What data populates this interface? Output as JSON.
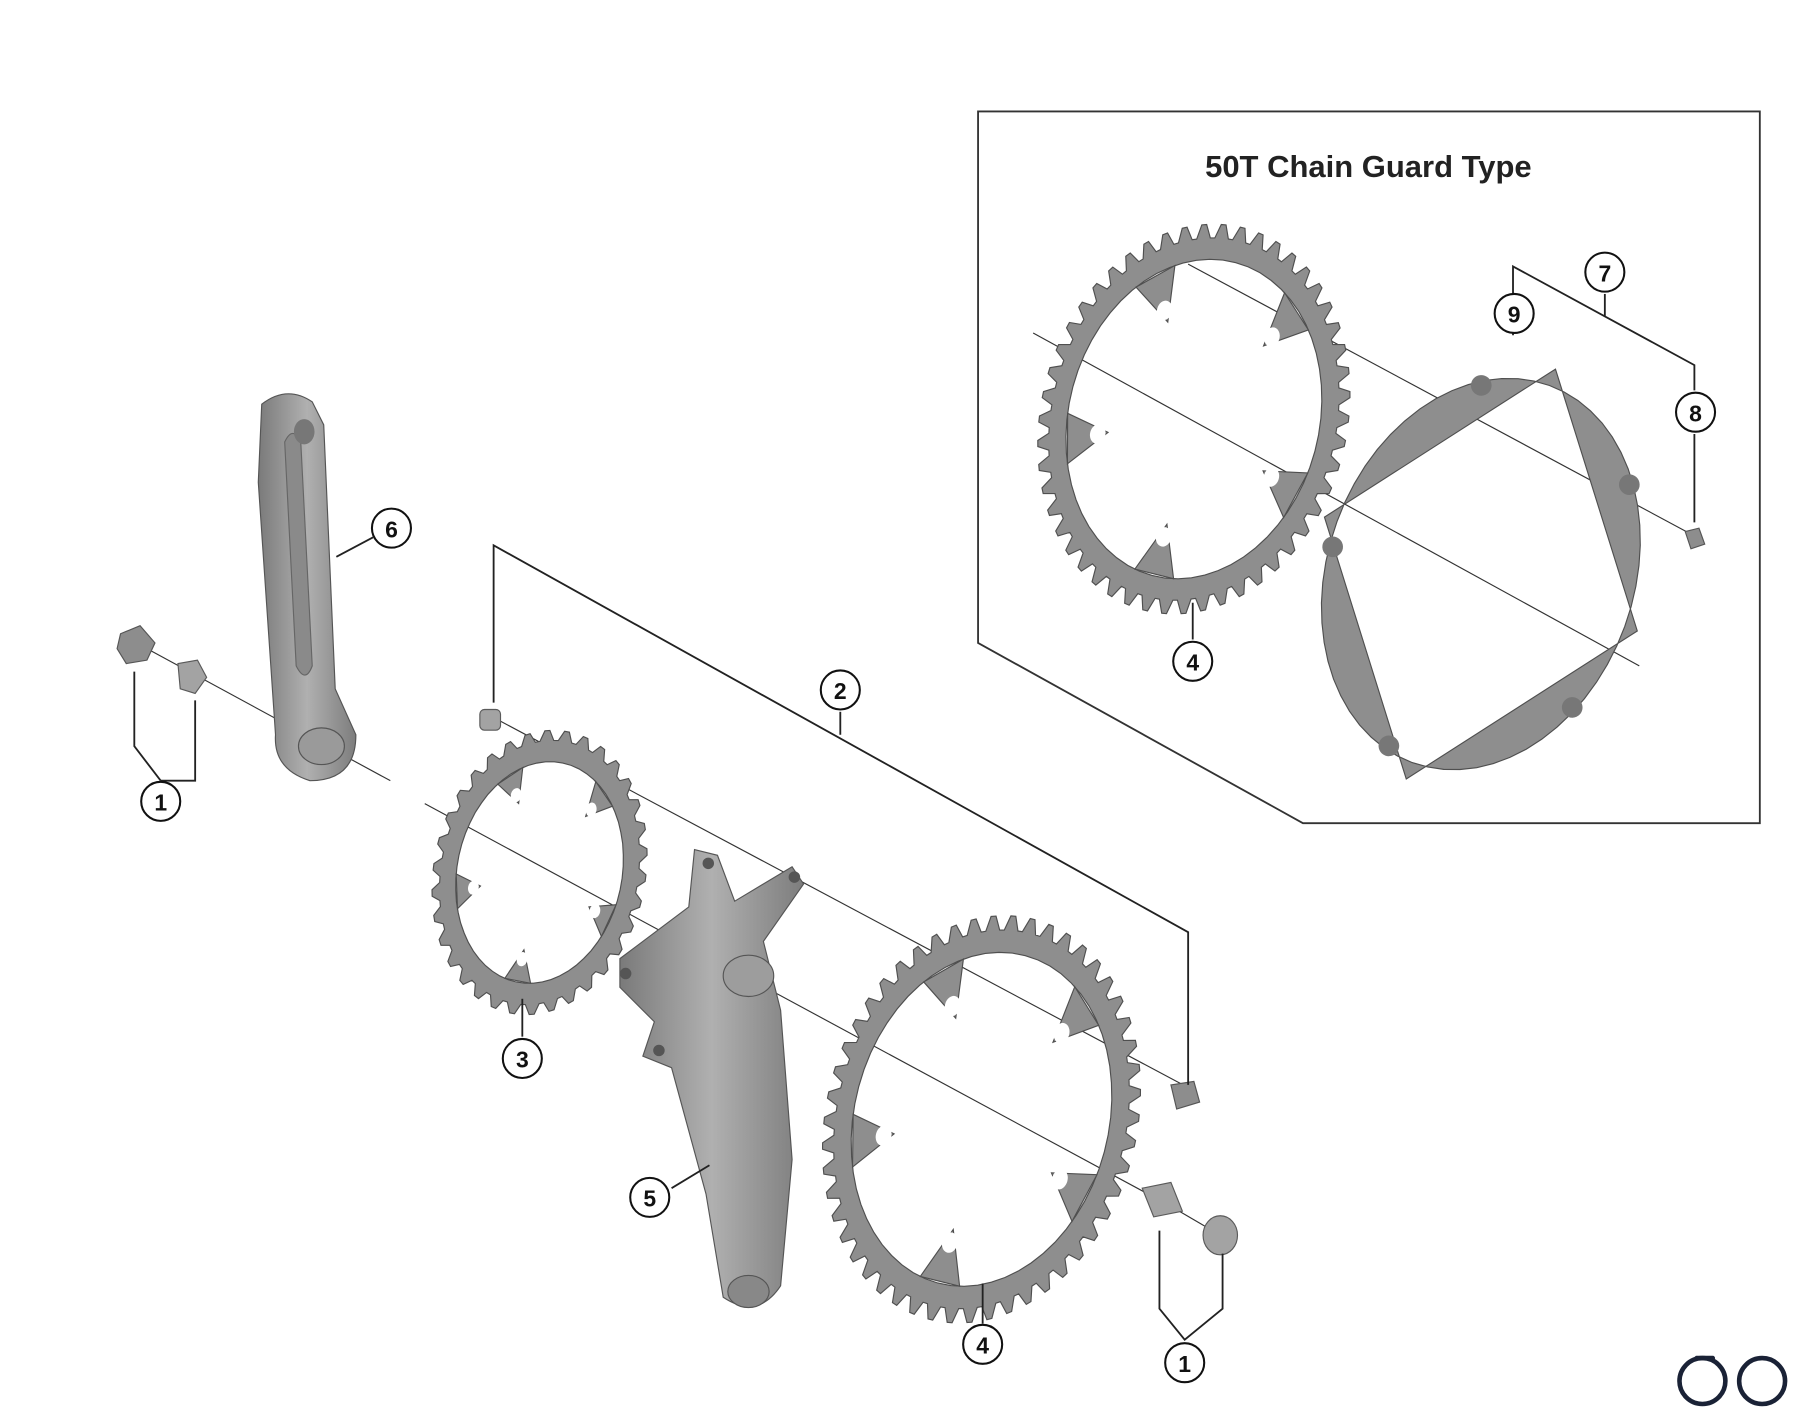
{
  "inset": {
    "title": "50T Chain Guard Type"
  },
  "callouts": {
    "c1a": "1",
    "c6": "6",
    "c2": "2",
    "c3": "3",
    "c5": "5",
    "c4a": "4",
    "c1b": "1",
    "c4b": "4",
    "c9": "9",
    "c7": "7",
    "c8": "8"
  },
  "logo": {
    "icon": "bicycle-icon",
    "color": "#1a2236"
  }
}
